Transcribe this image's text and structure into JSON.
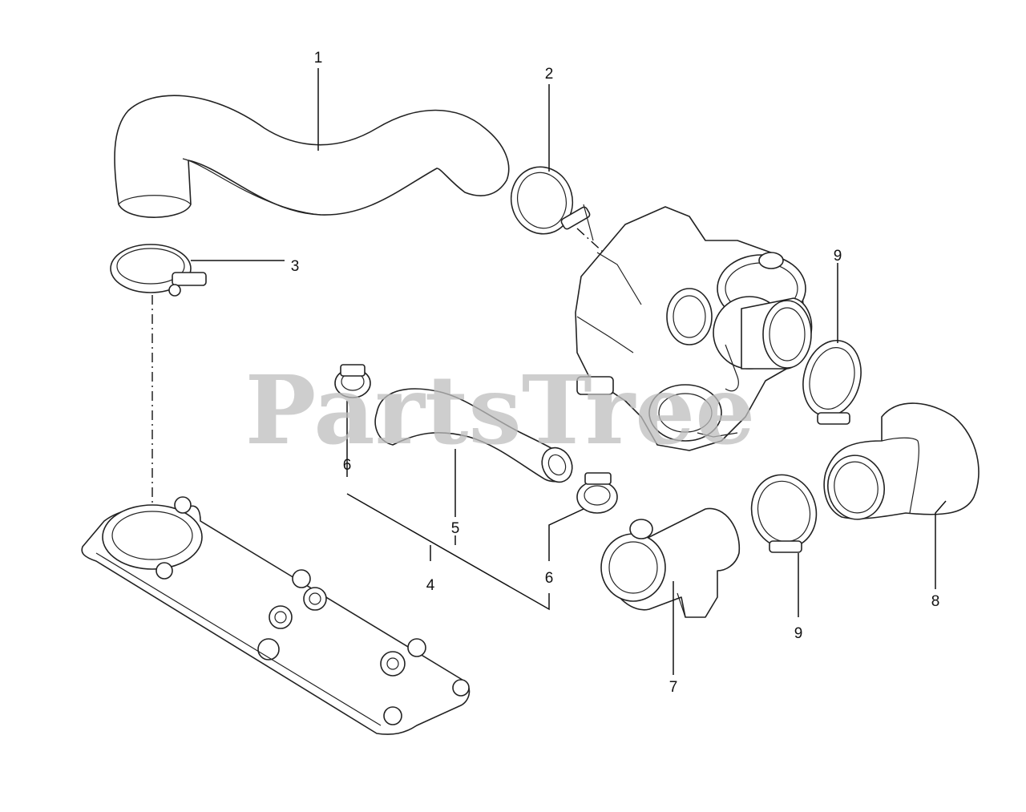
{
  "watermark": "PartsTree",
  "callouts": [
    {
      "id": "1",
      "text": "1"
    },
    {
      "id": "2",
      "text": "2"
    },
    {
      "id": "3",
      "text": "3"
    },
    {
      "id": "4",
      "text": "4"
    },
    {
      "id": "5",
      "text": "5"
    },
    {
      "id": "6a",
      "text": "6"
    },
    {
      "id": "6b",
      "text": "6"
    },
    {
      "id": "7",
      "text": "7"
    },
    {
      "id": "8",
      "text": "8"
    },
    {
      "id": "9a",
      "text": "9"
    },
    {
      "id": "9b",
      "text": "9"
    }
  ]
}
